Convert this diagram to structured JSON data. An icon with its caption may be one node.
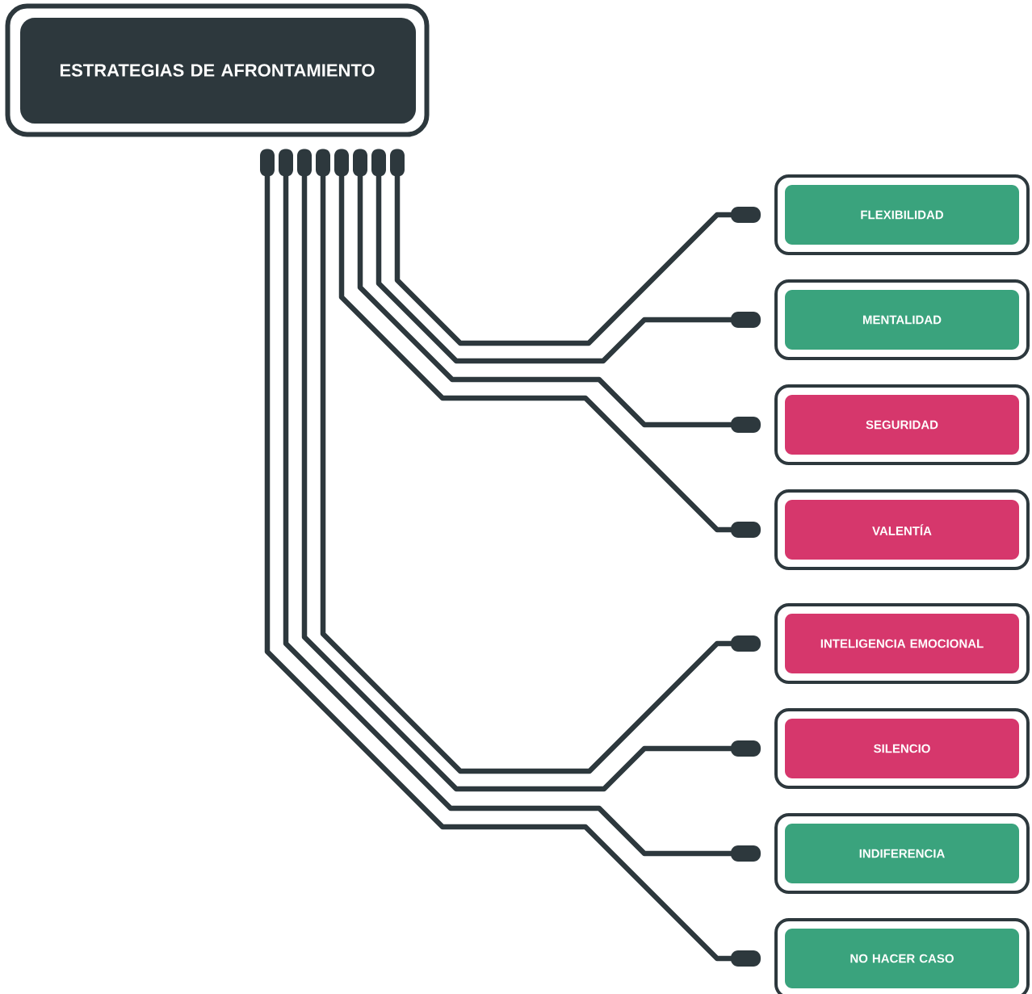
{
  "diagram": {
    "nodes": [
      {
        "text": [
          "ESTRATEGIAS DE AFRONTAMIENTO"
        ]
      },
      {
        "text": [
          "FLEXIBILIDAD"
        ]
      },
      {
        "text": [
          "MENTALIDAD"
        ]
      },
      {
        "text": [
          "SEGURIDAD"
        ]
      },
      {
        "text": [
          "VALENTÍA"
        ]
      },
      {
        "text": [
          "INTELIGENCIA EMOCIONAL"
        ]
      },
      {
        "text": [
          "SILENCIO"
        ]
      },
      {
        "text": [
          "INDIFERENCIA"
        ]
      },
      {
        "text": [
          "NO HACER CASO"
        ]
      }
    ],
    "edges": [
      {
        "from": 0,
        "to": 1,
        "arrow": "none"
      },
      {
        "from": 0,
        "to": 2,
        "arrow": "none"
      },
      {
        "from": 0,
        "to": 3,
        "arrow": "none"
      },
      {
        "from": 0,
        "to": 4,
        "arrow": "none"
      },
      {
        "from": 0,
        "to": 5,
        "arrow": "none"
      },
      {
        "from": 0,
        "to": 6,
        "arrow": "none"
      },
      {
        "from": 0,
        "to": 7,
        "arrow": "none"
      },
      {
        "from": 0,
        "to": 8,
        "arrow": "none"
      }
    ]
  }
}
